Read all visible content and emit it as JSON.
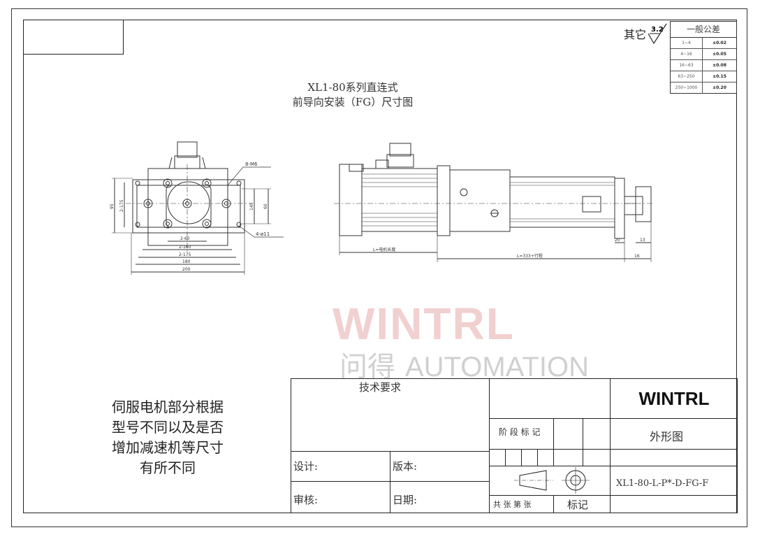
{
  "drawing": {
    "title_line1": "XL1-80系列直连式",
    "title_line2": "前导向安装（FG）尺寸图"
  },
  "roughness": {
    "label": "其它",
    "value": "3.2"
  },
  "tolerance": {
    "header": "一般公差",
    "rows": [
      {
        "range": "1~4",
        "tol": "±0.02"
      },
      {
        "range": "4~16",
        "tol": "±0.05"
      },
      {
        "range": "16~63",
        "tol": "±0.08"
      },
      {
        "range": "63~250",
        "tol": "±0.15"
      },
      {
        "range": "250~1000",
        "tol": "±0.20"
      }
    ]
  },
  "front_view": {
    "callout_bolts": "8-M6",
    "callout_holes": "4-ø11",
    "dims_h": [
      "2-60",
      "2-160",
      "2-175",
      "180",
      "200"
    ],
    "dims_v": [
      "95",
      "2-175",
      "145",
      "60"
    ]
  },
  "side_view": {
    "dims": [
      "L=电机长度",
      "L=333+行程",
      "20",
      "13",
      "16"
    ]
  },
  "note": {
    "lines": [
      "伺服电机部分根据",
      "型号不同以及是否",
      "增加减速机等尺寸",
      "有所不同"
    ]
  },
  "watermark": {
    "brand": "WINTRL",
    "cn": "问得",
    "sub": "AUTOMATION"
  },
  "title_block": {
    "tech_req": "技术要求",
    "brand": "WINTRL",
    "stage_mark": "阶 段 标 记",
    "drawing_type": "外形图",
    "design": "设计:",
    "version": "版本:",
    "review": "审核:",
    "date": "日期:",
    "sheets": "共  张  第  张",
    "mark": "标记",
    "model": "XL1-80-L-P*-D-FG-F"
  }
}
